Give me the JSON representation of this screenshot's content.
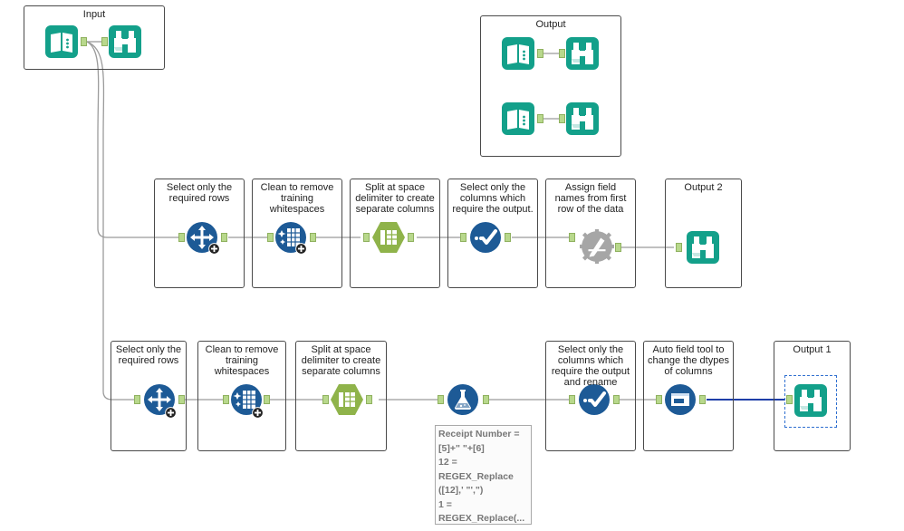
{
  "containers": {
    "input": "Input",
    "output": "Output",
    "output2": "Output 2",
    "output1": "Output 1"
  },
  "row1": {
    "select_rows": "Select only the required rows",
    "clean": "Clean to remove training whitespaces",
    "split": "Split at space delimiter to create separate columns",
    "select_columns": "Select only the columns which require the output.",
    "assign_names": "Assign field names from first row of the data"
  },
  "row2": {
    "select_rows": "Select only the required rows",
    "clean": "Clean to remove training whitespaces",
    "split": "Split at space delimiter to create separate columns",
    "select_columns": "Select only the columns which require the output and rename",
    "autofield": "Auto field tool to change the dtypes of columns"
  },
  "formula_annotation": {
    "lines": [
      "Receipt Number =",
      "[5]+\" \"+[6]",
      "12 =",
      "REGEX_Replace",
      "([12],' \"',\")",
      "1 =",
      "REGEX_Replace(..."
    ]
  },
  "colors": {
    "teal": "#13a08a",
    "navy": "#1d5a96",
    "olive": "#8fb34a",
    "gray": "#a6a6a6",
    "anchor": "#b8d88c",
    "selected_wire": "#1f3fa8"
  }
}
